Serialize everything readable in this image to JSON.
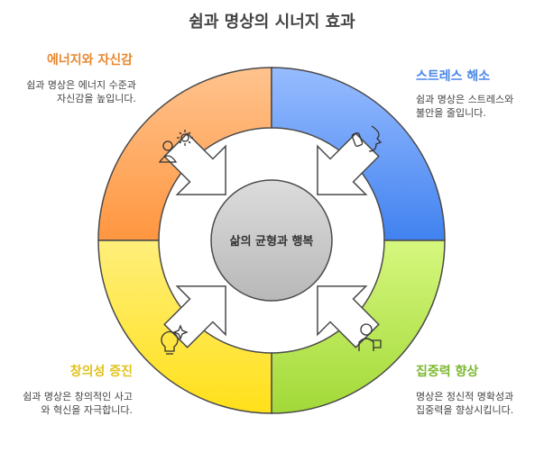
{
  "title": "쉼과 명상의 시너지 효과",
  "center_label": "삶의 균형과 행복",
  "sections": [
    {
      "heading": "에너지와 자신감",
      "text": "쉼과 명상은 에너지 수준과 자신감을 높입니다.",
      "color": "#e8872e",
      "icon": "person-sun-icon"
    },
    {
      "heading": "스트레스 해소",
      "text": "쉼과 명상은 스트레스와 불안을 줄입니다.",
      "color": "#4a86e8",
      "icon": "inhaler-face-icon"
    },
    {
      "heading": "창의성 증진",
      "text": "쉼과 명상은 창의적인 사고와 혁신을 자극합니다.",
      "color": "#e0c21a",
      "icon": "lightbulb-sparkle-icon"
    },
    {
      "heading": "집중력 향상",
      "text": "명상은 정신적 명확성과 집중력을 향상시킵니다.",
      "color": "#7cb82f",
      "icon": "person-focus-icon"
    }
  ]
}
